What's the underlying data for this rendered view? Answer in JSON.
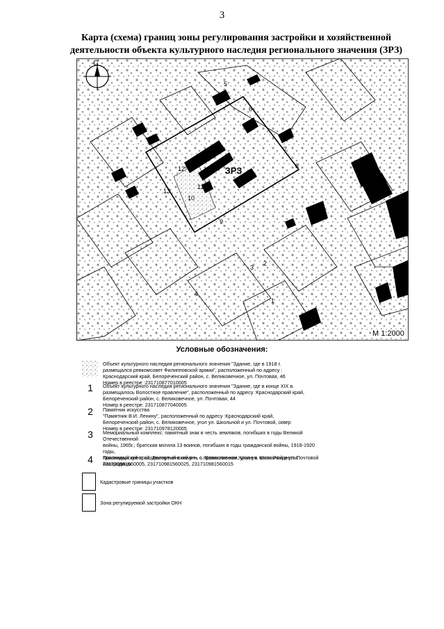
{
  "page_number": "3",
  "title_line1": "Карта (схема) границ зоны регулирования застройки и хозяйственной",
  "title_line2": "деятельности объекта культурного наследия регионального значения (ЗРЗ)",
  "map": {
    "north_label": "С",
    "zone_label": "ЗРЗ",
    "scale": "М 1:2000",
    "point_labels": [
      "1",
      "2",
      "3",
      "4",
      "5",
      "6",
      "7",
      "8",
      "9",
      "10",
      "11",
      "12",
      "13"
    ]
  },
  "legend": {
    "title": "Условные обозначения:",
    "items": [
      {
        "marker": "",
        "text": "Объект культурного наследия регионального значения \"Здание, где в 1918 г.\nразмещался ревкомсовет Филипповской армии\", расположенный по адресу :\nКраснодарский край, Белореченский район, с. Великовечное, ул. Почтовая, 46\nНомер в реестре :231710877010005"
      },
      {
        "marker": "1",
        "text": "Объект культурного наследия регионального значения \"Здание, где в конце XIX в.\nразмещалось Волостное правление\", расположенный по адресу :Краснодарский край,\nБелореченский район, с. Великовечное, ул. Почтовая, 44\nНомер в реестре: 231710877040005"
      },
      {
        "marker": "2",
        "text": "Памятник искусства\n\"Памятник В.И. Ленину\", расположенный по адресу :Краснодарский край,\nБелореченский район, с. Великовечное, угол ул. Школьной и ул. Почтовой, сквер\nНомер в реестре: 231710978120005"
      },
      {
        "marker": "3",
        "text": "Мемориальный комплекс: памятный знак в честь земляков, погибших в годы Великой Отечественной\nвойны, 1965г.; братская могила 13 воинов, погибших в годы гражданской войны, 1918-1920 годы,\nКраснодарский край, Белореченский р-н, с. Великовечное, угол ул. Школьной и ул. Почтовой\n231720981560005, 231710981560025, 231710981560015"
      },
      {
        "marker": "4",
        "text": "Поклонный крест воздвигнутый в память о православном Храме в честь Рождества\nБогородицы"
      },
      {
        "marker": "",
        "text": "Кадастровые границы участков"
      },
      {
        "marker": "",
        "text": "Зона регулируемой застройки ОКН"
      }
    ]
  }
}
